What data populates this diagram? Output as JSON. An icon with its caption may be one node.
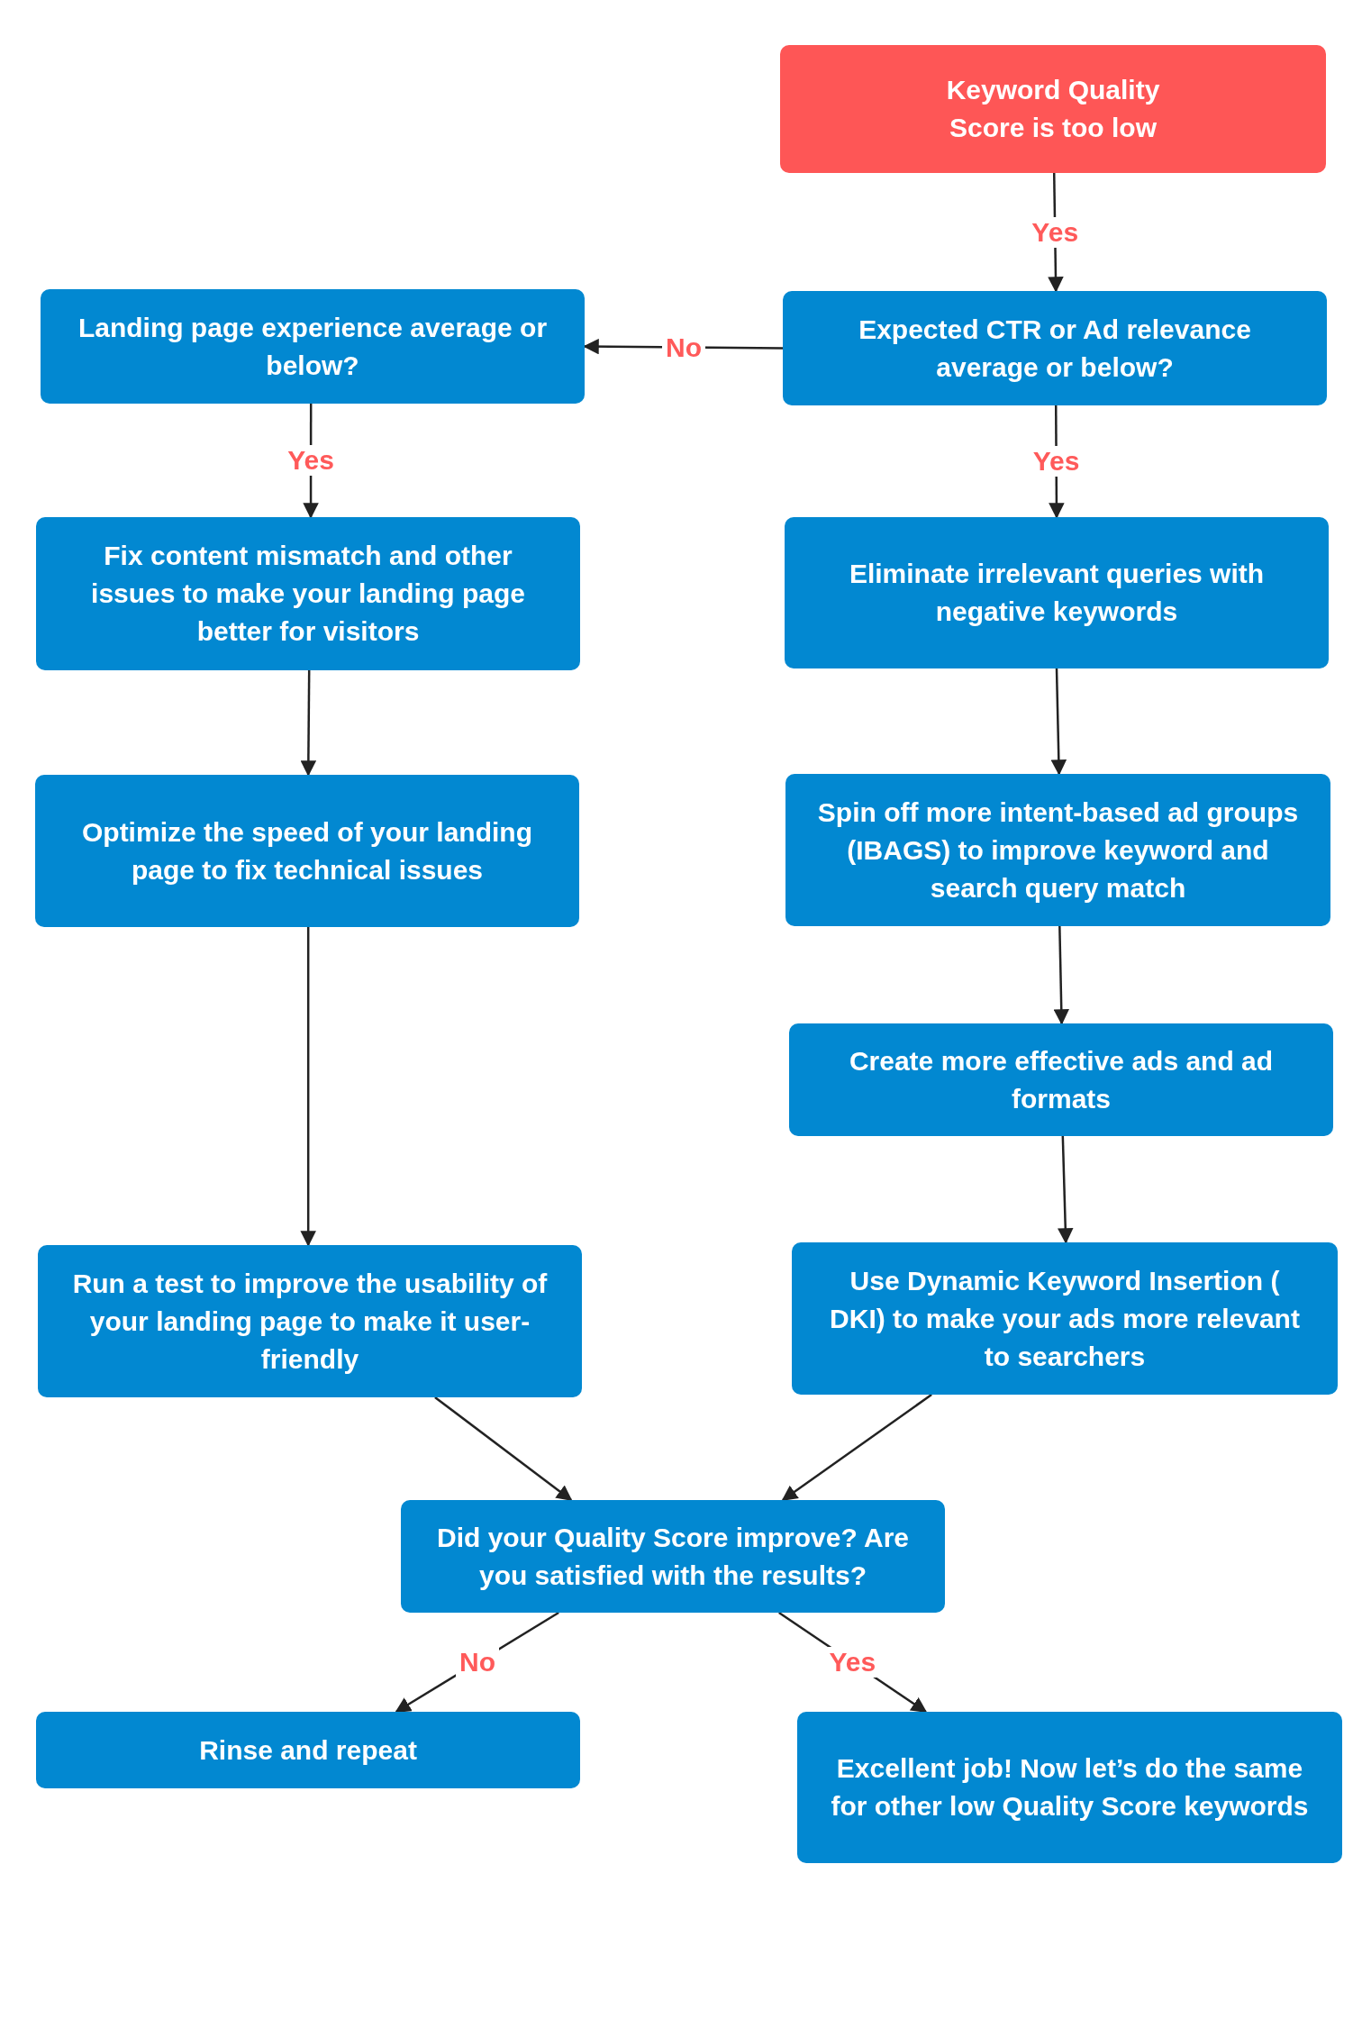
{
  "diagram": {
    "nodes": [
      {
        "text": [
          "Keyword Quality Score is too low"
        ]
      },
      {
        "text": [
          "Expected CTR or Ad relevance average or below?"
        ]
      },
      {
        "text": [
          "Landing page experience average or below?"
        ]
      },
      {
        "text": [
          "Fix content mismatch and other issues to make your landing page better for visitors"
        ]
      },
      {
        "text": [
          "Eliminate irrelevant queries with negative keywords"
        ]
      },
      {
        "text": [
          "Optimize the speed of your landing page to fix technical issues"
        ]
      },
      {
        "text": [
          "Spin off more intent-based ad groups (IBAGS) to improve keyword and search query match"
        ]
      },
      {
        "text": [
          "Create more effective ads and ad formats"
        ]
      },
      {
        "text": [
          "Run a test to improve the usability of your landing page to make it user-friendly"
        ]
      },
      {
        "text": [
          "Use Dynamic Keyword Insertion ( DKI) to make your ads more relevant to searchers"
        ]
      },
      {
        "text": [
          "Did your Quality Score improve? Are you satisfied with the results?"
        ]
      },
      {
        "text": [
          "Rinse and repeat"
        ]
      },
      {
        "text": [
          "Excellent job! Now let’s do the same for other low Quality Score keywords"
        ]
      }
    ],
    "edges": [
      {
        "from": 0,
        "to": 1,
        "arrow": "to",
        "label": "Yes"
      },
      {
        "from": 1,
        "to": 2,
        "arrow": "to",
        "label": "No"
      },
      {
        "from": 2,
        "to": 3,
        "arrow": "to",
        "label": "Yes"
      },
      {
        "from": 1,
        "to": 4,
        "arrow": "to",
        "label": "Yes"
      },
      {
        "from": 3,
        "to": 5,
        "arrow": "to"
      },
      {
        "from": 5,
        "to": 8,
        "arrow": "to"
      },
      {
        "from": 4,
        "to": 6,
        "arrow": "to"
      },
      {
        "from": 6,
        "to": 7,
        "arrow": "to"
      },
      {
        "from": 7,
        "to": 9,
        "arrow": "to"
      },
      {
        "from": 8,
        "to": 10,
        "arrow": "to"
      },
      {
        "from": 9,
        "to": 10,
        "arrow": "to"
      },
      {
        "from": 10,
        "to": 11,
        "arrow": "to",
        "label": "No"
      },
      {
        "from": 10,
        "to": 12,
        "arrow": "to",
        "label": "Yes"
      }
    ]
  }
}
